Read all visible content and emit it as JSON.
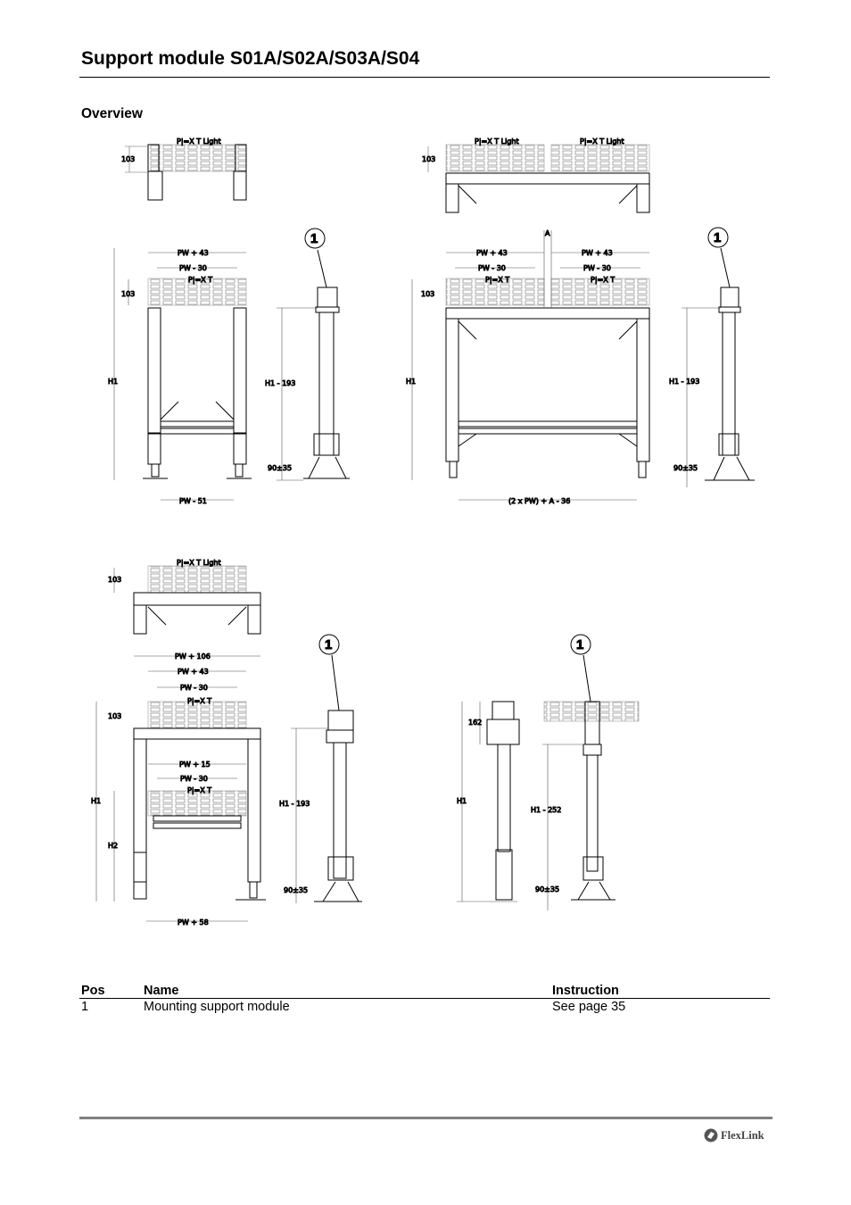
{
  "page": {
    "title": "Support module S01A/S02A/S03A/S04",
    "section": "Overview"
  },
  "drawings": {
    "callout": "1",
    "labels": {
      "pxt_light": "P|=X T Light",
      "pxt": "P|=X T",
      "h103": "103",
      "h162": "162",
      "pw_plus_43": "PW + 43",
      "pw_minus_30": "PW - 30",
      "pw_minus_51": "PW - 51",
      "pw_plus_106": "PW + 106",
      "pw_plus_15": "PW + 15",
      "pw_plus_58": "PW + 58",
      "h1": "H1",
      "h2": "H2",
      "h1_minus_193": "H1 - 193",
      "h1_minus_252": "H1 - 252",
      "dim_90_35": "90±35",
      "dim_a": "A",
      "dim_2pw": "(2 x PW) + A - 36"
    }
  },
  "table": {
    "headers": [
      "Pos",
      "Name",
      "Instruction"
    ],
    "rows": [
      [
        "1",
        "Mounting support module",
        "See page 35"
      ]
    ]
  },
  "footer": {
    "logo_text": "FlexLink",
    "logo_icon": "flexlink-logo-icon"
  }
}
